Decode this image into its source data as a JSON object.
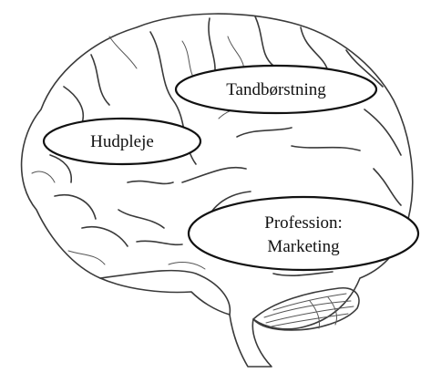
{
  "labels": {
    "tandborstning": "Tandbørstning",
    "hudpleje": "Hudpleje",
    "profession_line1": "Profession:",
    "profession_line2": "Marketing"
  },
  "colors": {
    "outline": "#111111",
    "sketch": "#3a3a3a",
    "background": "#ffffff"
  }
}
